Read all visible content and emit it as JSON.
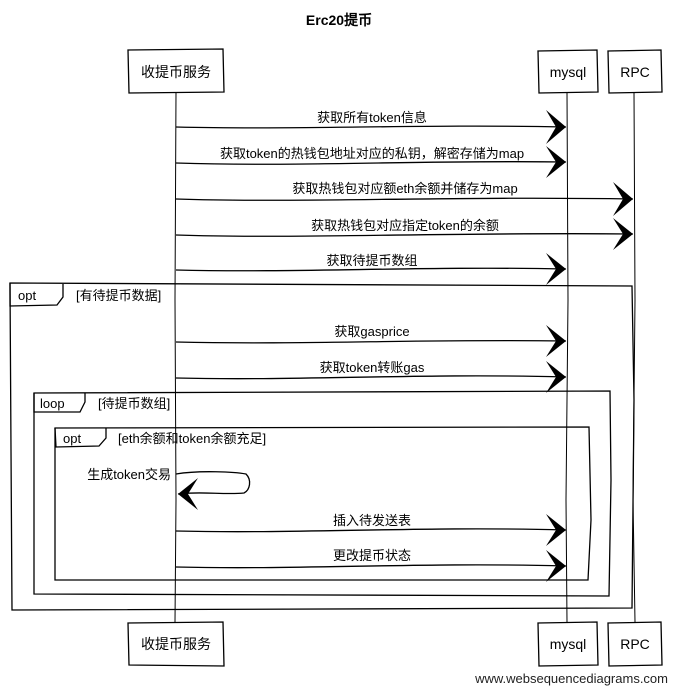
{
  "title": "Erc20提币",
  "participants": [
    {
      "id": "svc",
      "label": "收提币服务"
    },
    {
      "id": "mysql",
      "label": "mysql"
    },
    {
      "id": "rpc",
      "label": "RPC"
    }
  ],
  "messages": [
    {
      "from": "svc",
      "to": "mysql",
      "label": "获取所有token信息"
    },
    {
      "from": "svc",
      "to": "mysql",
      "label": "获取token的热钱包地址对应的私钥，解密存储为map"
    },
    {
      "from": "svc",
      "to": "rpc",
      "label": "获取热钱包对应额eth余额并储存为map"
    },
    {
      "from": "svc",
      "to": "rpc",
      "label": "获取热钱包对应指定token的余额"
    },
    {
      "from": "svc",
      "to": "mysql",
      "label": "获取待提币数组"
    },
    {
      "from": "svc",
      "to": "mysql",
      "label": "获取gasprice"
    },
    {
      "from": "svc",
      "to": "mysql",
      "label": "获取token转账gas"
    },
    {
      "from": "svc",
      "to": "svc",
      "label": "生成token交易"
    },
    {
      "from": "svc",
      "to": "mysql",
      "label": "插入待发送表"
    },
    {
      "from": "svc",
      "to": "mysql",
      "label": "更改提币状态"
    }
  ],
  "frames": [
    {
      "kind": "opt",
      "condition": "[有待提币数据]"
    },
    {
      "kind": "loop",
      "condition": "[待提币数组]"
    },
    {
      "kind": "opt",
      "condition": "[eth余额和token余额充足]"
    }
  ],
  "watermark": "www.websequencediagrams.com"
}
